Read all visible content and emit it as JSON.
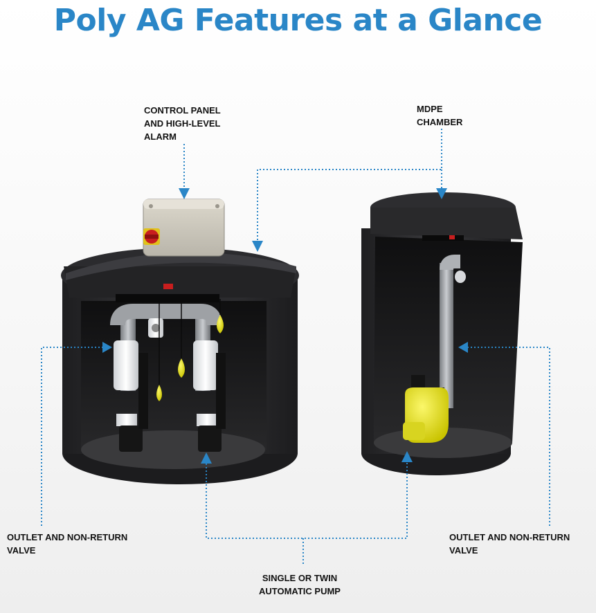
{
  "title": "Poly AG Features at a Glance",
  "labels": {
    "control_panel": "CONTROL PANEL\nAND HIGH-LEVEL\nALARM",
    "mdpe_chamber": "MDPE\nCHAMBER",
    "outlet_left": "OUTLET AND NON-RETURN\nVALVE",
    "outlet_right": "OUTLET AND NON-RETURN\nVALVE",
    "pump": "SINGLE OR TWIN\nAUTOMATIC PUMP"
  },
  "colors": {
    "title": "#2a86c7",
    "leader": "#2a86c7",
    "chamber": "#2b2b2d",
    "pump_yellow": "#e6e21a",
    "switch_red": "#c81e1e"
  }
}
